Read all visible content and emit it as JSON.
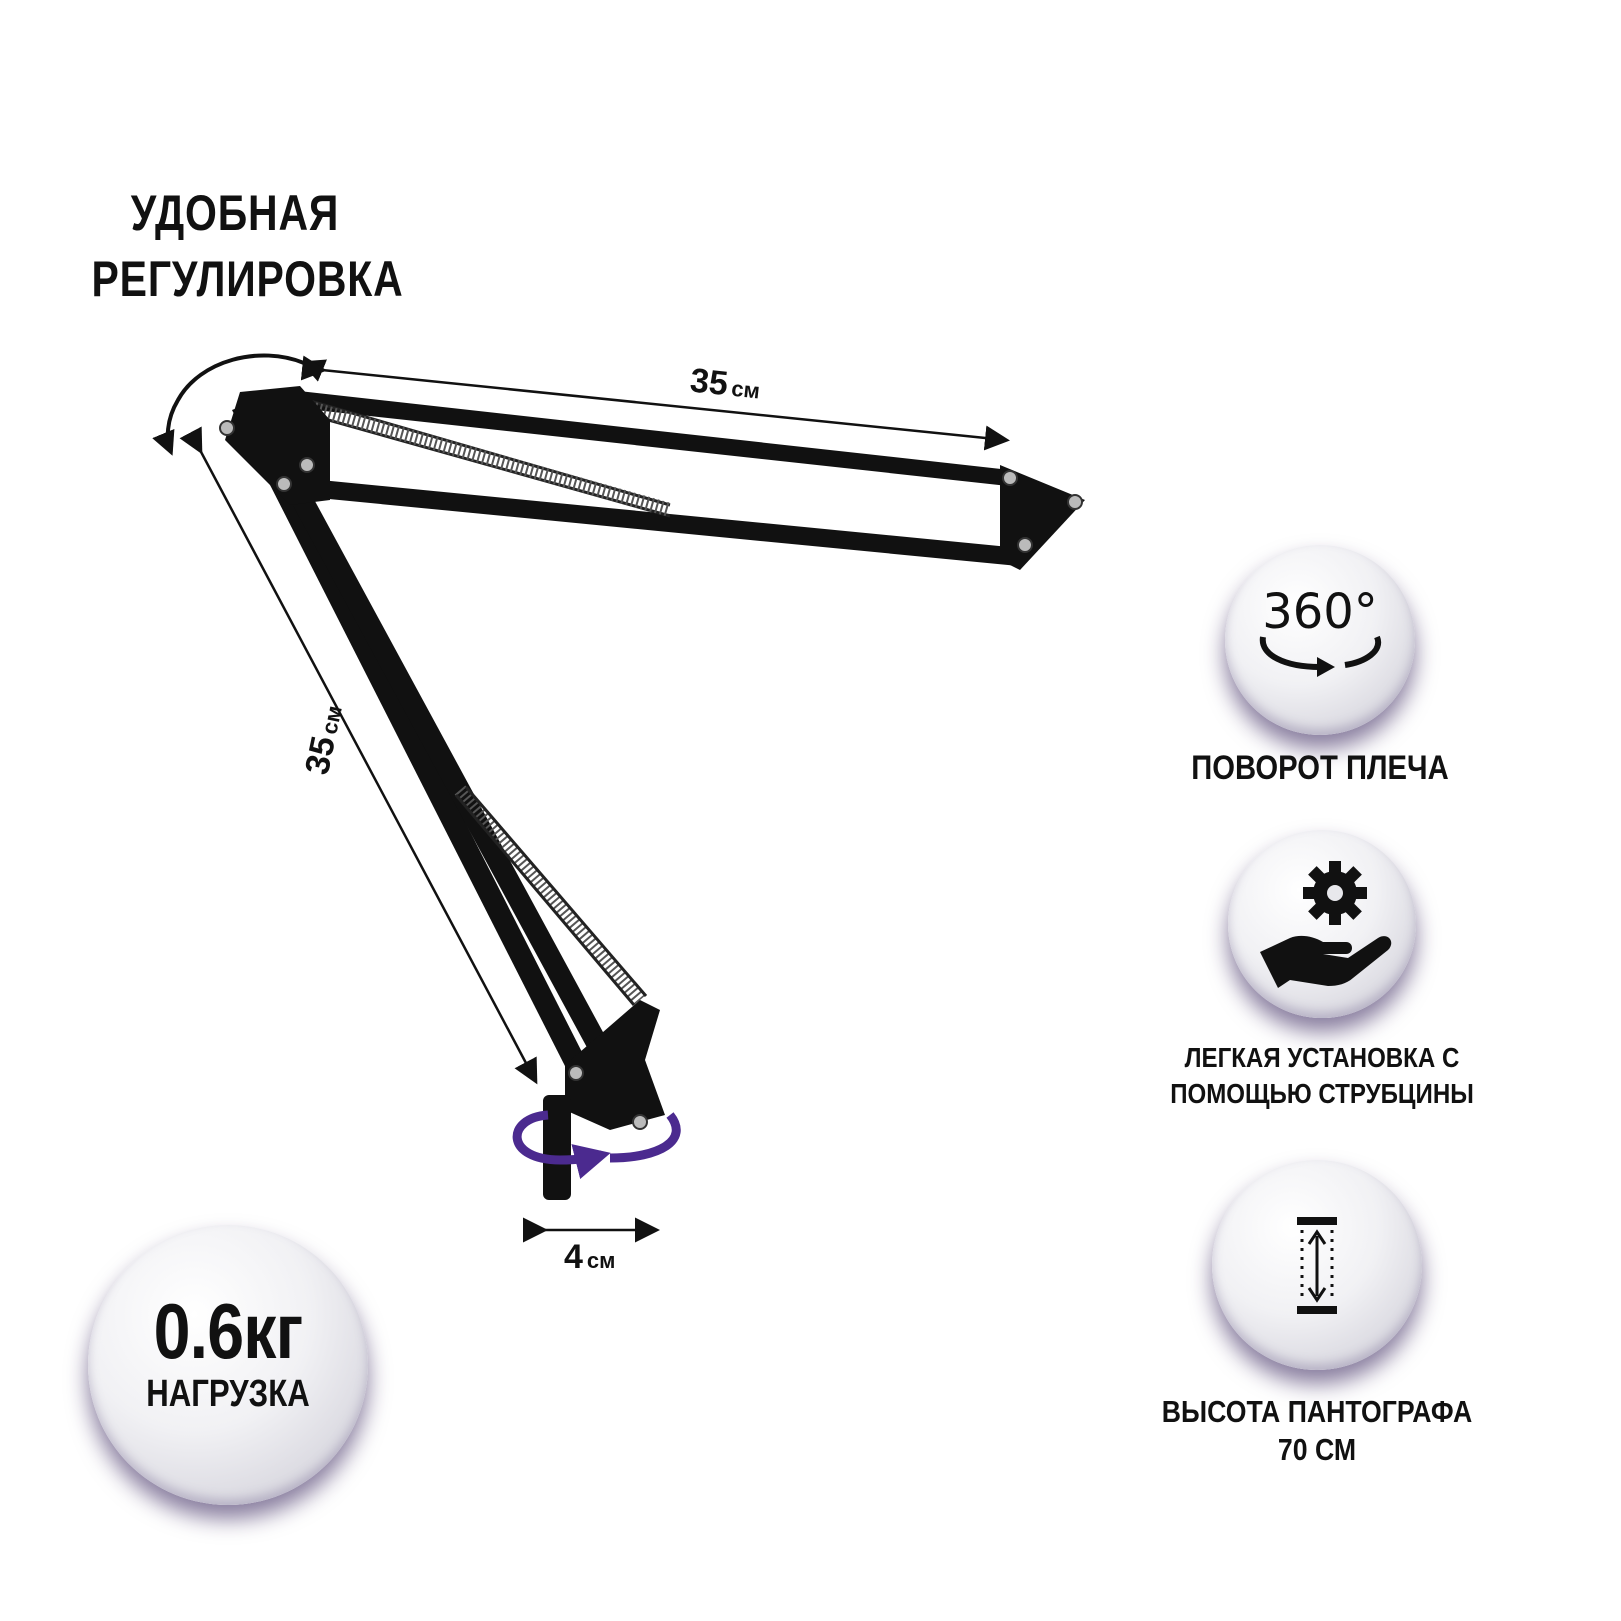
{
  "headline": {
    "line1": "УДОБНАЯ",
    "line2": "РЕГУЛИРОВКА"
  },
  "dimensions": {
    "upper_arm": {
      "value": "35",
      "unit": "см"
    },
    "lower_arm": {
      "value": "35",
      "unit": "см"
    },
    "base": {
      "value": "4",
      "unit": "см"
    }
  },
  "features": [
    {
      "icon": "rotate-360-icon",
      "icon_text": "360°",
      "label_lines": [
        "ПОВОРОТ ПЛЕЧА"
      ]
    },
    {
      "icon": "gear-hand-icon",
      "label_lines": [
        "ЛЕГКАЯ УСТАНОВКА С",
        "ПОМОЩЬЮ СТРУБЦИНЫ"
      ]
    },
    {
      "icon": "vertical-height-icon",
      "label_lines": [
        "ВЫСОТА ПАНТОГРАФА",
        "70 СМ"
      ]
    }
  ],
  "load": {
    "value": "0.6кг",
    "label": "НАГРУЗКА"
  },
  "colors": {
    "arm": "#111111",
    "rotation_arrow": "#4b2a8f",
    "text": "#111111",
    "badge_shadow": "#5a3fa0"
  }
}
